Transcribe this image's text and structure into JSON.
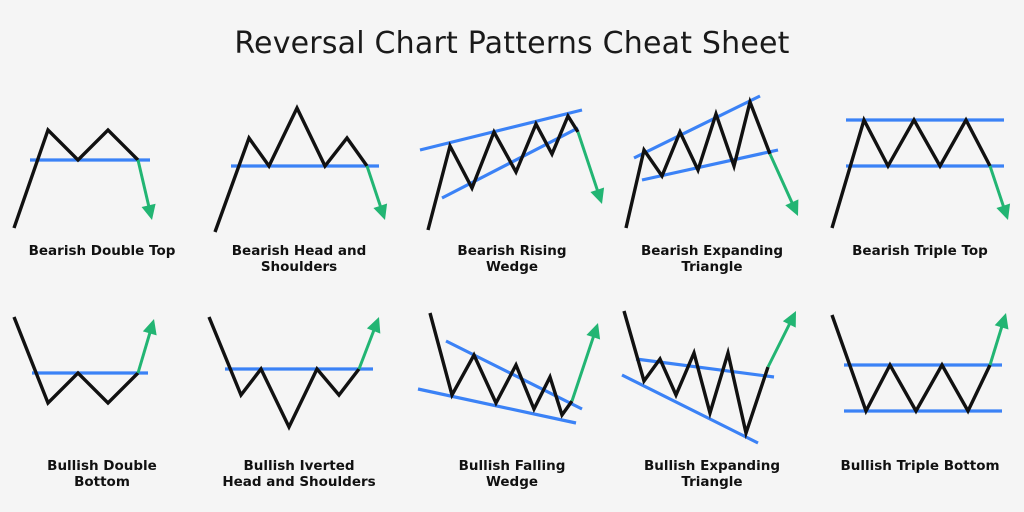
{
  "page": {
    "title": "Reversal Chart Patterns Cheat Sheet",
    "background_color": "#f5f5f5"
  },
  "colors": {
    "price_line": "#111111",
    "trend_line": "#3b82f6",
    "arrow": "#22b573",
    "label_text": "#111111",
    "title_text": "#1a1a1a"
  },
  "patterns": [
    {
      "id": "bearish-double-top",
      "label_lines": [
        "Bearish Double Top"
      ],
      "direction": "bearish",
      "row": 0,
      "col": 0
    },
    {
      "id": "bearish-head-and-shoulders",
      "label_lines": [
        "Bearish Head and Shoulders"
      ],
      "direction": "bearish",
      "row": 0,
      "col": 1
    },
    {
      "id": "bearish-rising-wedge",
      "label_lines": [
        "Bearish Rising",
        "Wedge"
      ],
      "direction": "bearish",
      "row": 0,
      "col": 2
    },
    {
      "id": "bearish-expanding-triangle",
      "label_lines": [
        "Bearish Expanding",
        "Triangle"
      ],
      "direction": "bearish",
      "row": 0,
      "col": 3
    },
    {
      "id": "bearish-triple-top",
      "label_lines": [
        "Bearish Triple Top"
      ],
      "direction": "bearish",
      "row": 0,
      "col": 4
    },
    {
      "id": "bullish-double-bottom",
      "label_lines": [
        "Bullish Double",
        "Bottom"
      ],
      "direction": "bullish",
      "row": 1,
      "col": 0
    },
    {
      "id": "bullish-inverted-head-and-shoulders",
      "label_lines": [
        "Bullish Iverted",
        "Head and Shoulders"
      ],
      "direction": "bullish",
      "row": 1,
      "col": 1
    },
    {
      "id": "bullish-falling-wedge",
      "label_lines": [
        "Bullish Falling",
        "Wedge"
      ],
      "direction": "bullish",
      "row": 1,
      "col": 2
    },
    {
      "id": "bullish-expanding-triangle",
      "label_lines": [
        "Bullish Expanding",
        "Triangle"
      ],
      "direction": "bullish",
      "row": 1,
      "col": 3
    },
    {
      "id": "bullish-triple-bottom",
      "label_lines": [
        "Bullish Triple Bottom"
      ],
      "direction": "bullish",
      "row": 1,
      "col": 4
    }
  ],
  "chart_data": {
    "type": "line",
    "title": "Reversal Chart Patterns Cheat Sheet",
    "xlabel": "",
    "ylabel": "",
    "grid": false,
    "legend": "none",
    "note": "Ten schematic price-action sketches. Coordinates are in each panel's local 204x150 space, x to the right, y downward.",
    "series": [
      {
        "name": "bearish-double-top",
        "price_path": [
          [
            14,
            140
          ],
          [
            48,
            42
          ],
          [
            78,
            72
          ],
          [
            108,
            42
          ],
          [
            138,
            72
          ]
        ],
        "trend_lines": [
          {
            "name": "neckline",
            "points": [
              [
                30,
                72
              ],
              [
                150,
                72
              ]
            ],
            "color": "#3b82f6"
          }
        ],
        "arrow": {
          "from": [
            138,
            72
          ],
          "to": [
            152,
            132
          ],
          "color": "#22b573",
          "direction": "down"
        }
      },
      {
        "name": "bearish-head-and-shoulders",
        "price_path": [
          [
            18,
            144
          ],
          [
            52,
            50
          ],
          [
            72,
            78
          ],
          [
            100,
            20
          ],
          [
            128,
            78
          ],
          [
            150,
            50
          ],
          [
            170,
            78
          ]
        ],
        "trend_lines": [
          {
            "name": "neckline",
            "points": [
              [
                34,
                78
              ],
              [
                182,
                78
              ]
            ],
            "color": "#3b82f6"
          }
        ],
        "arrow": {
          "from": [
            170,
            78
          ],
          "to": [
            188,
            132
          ],
          "color": "#22b573",
          "direction": "down"
        }
      },
      {
        "name": "bearish-rising-wedge",
        "price_path": [
          [
            18,
            142
          ],
          [
            40,
            58
          ],
          [
            62,
            100
          ],
          [
            84,
            44
          ],
          [
            106,
            84
          ],
          [
            126,
            36
          ],
          [
            142,
            66
          ],
          [
            158,
            28
          ],
          [
            168,
            44
          ]
        ],
        "trend_lines": [
          {
            "name": "upper-resistance",
            "points": [
              [
                10,
                62
              ],
              [
                172,
                22
              ]
            ],
            "color": "#3b82f6"
          },
          {
            "name": "lower-support",
            "points": [
              [
                32,
                110
              ],
              [
                168,
                40
              ]
            ],
            "color": "#3b82f6"
          }
        ],
        "arrow": {
          "from": [
            168,
            44
          ],
          "to": [
            192,
            116
          ],
          "color": "#22b573",
          "direction": "down"
        }
      },
      {
        "name": "bearish-expanding-triangle",
        "price_path": [
          [
            16,
            140
          ],
          [
            34,
            62
          ],
          [
            52,
            88
          ],
          [
            70,
            44
          ],
          [
            88,
            82
          ],
          [
            106,
            26
          ],
          [
            124,
            78
          ],
          [
            140,
            14
          ],
          [
            160,
            66
          ]
        ],
        "trend_lines": [
          {
            "name": "upper-resistance",
            "points": [
              [
                24,
                70
              ],
              [
                150,
                8
              ]
            ],
            "color": "#3b82f6"
          },
          {
            "name": "lower-support",
            "points": [
              [
                32,
                92
              ],
              [
                168,
                62
              ]
            ],
            "color": "#3b82f6"
          }
        ],
        "arrow": {
          "from": [
            160,
            66
          ],
          "to": [
            188,
            128
          ],
          "color": "#22b573",
          "direction": "down"
        }
      },
      {
        "name": "bearish-triple-top",
        "price_path": [
          [
            14,
            140
          ],
          [
            46,
            32
          ],
          [
            70,
            78
          ],
          [
            96,
            32
          ],
          [
            122,
            78
          ],
          [
            148,
            32
          ],
          [
            172,
            78
          ]
        ],
        "trend_lines": [
          {
            "name": "resistance",
            "points": [
              [
                28,
                32
              ],
              [
                186,
                32
              ]
            ],
            "color": "#3b82f6"
          },
          {
            "name": "support",
            "points": [
              [
                28,
                78
              ],
              [
                186,
                78
              ]
            ],
            "color": "#3b82f6"
          }
        ],
        "arrow": {
          "from": [
            172,
            78
          ],
          "to": [
            190,
            132
          ],
          "color": "#22b573",
          "direction": "down"
        }
      },
      {
        "name": "bullish-double-bottom",
        "price_path": [
          [
            14,
            14
          ],
          [
            48,
            100
          ],
          [
            78,
            70
          ],
          [
            108,
            100
          ],
          [
            138,
            70
          ]
        ],
        "trend_lines": [
          {
            "name": "neckline",
            "points": [
              [
                32,
                70
              ],
              [
                148,
                70
              ]
            ],
            "color": "#3b82f6"
          }
        ],
        "arrow": {
          "from": [
            138,
            70
          ],
          "to": [
            154,
            16
          ],
          "color": "#22b573",
          "direction": "up"
        }
      },
      {
        "name": "bullish-inverted-head-and-shoulders",
        "price_path": [
          [
            12,
            14
          ],
          [
            44,
            92
          ],
          [
            64,
            66
          ],
          [
            92,
            124
          ],
          [
            120,
            66
          ],
          [
            142,
            92
          ],
          [
            162,
            66
          ]
        ],
        "trend_lines": [
          {
            "name": "neckline",
            "points": [
              [
                28,
                66
              ],
              [
                176,
                66
              ]
            ],
            "color": "#3b82f6"
          }
        ],
        "arrow": {
          "from": [
            162,
            66
          ],
          "to": [
            182,
            14
          ],
          "color": "#22b573",
          "direction": "up"
        }
      },
      {
        "name": "bullish-falling-wedge",
        "price_path": [
          [
            20,
            10
          ],
          [
            42,
            92
          ],
          [
            64,
            52
          ],
          [
            86,
            100
          ],
          [
            106,
            62
          ],
          [
            124,
            106
          ],
          [
            140,
            74
          ],
          [
            152,
            112
          ],
          [
            162,
            98
          ]
        ],
        "trend_lines": [
          {
            "name": "upper-resistance",
            "points": [
              [
                36,
                38
              ],
              [
                172,
                106
              ]
            ],
            "color": "#3b82f6"
          },
          {
            "name": "lower-support",
            "points": [
              [
                8,
                86
              ],
              [
                166,
                120
              ]
            ],
            "color": "#3b82f6"
          }
        ],
        "arrow": {
          "from": [
            162,
            98
          ],
          "to": [
            188,
            20
          ],
          "color": "#22b573",
          "direction": "up"
        }
      },
      {
        "name": "bullish-expanding-triangle",
        "price_path": [
          [
            14,
            8
          ],
          [
            34,
            78
          ],
          [
            50,
            56
          ],
          [
            66,
            92
          ],
          [
            84,
            50
          ],
          [
            100,
            110
          ],
          [
            118,
            50
          ],
          [
            136,
            130
          ],
          [
            158,
            64
          ]
        ],
        "trend_lines": [
          {
            "name": "upper-resistance",
            "points": [
              [
                26,
                56
              ],
              [
                164,
                74
              ]
            ],
            "color": "#3b82f6"
          },
          {
            "name": "lower-support",
            "points": [
              [
                12,
                72
              ],
              [
                148,
                140
              ]
            ],
            "color": "#3b82f6"
          }
        ],
        "arrow": {
          "from": [
            158,
            64
          ],
          "to": [
            186,
            8
          ],
          "color": "#22b573",
          "direction": "up"
        }
      },
      {
        "name": "bullish-triple-bottom",
        "price_path": [
          [
            14,
            12
          ],
          [
            48,
            108
          ],
          [
            72,
            62
          ],
          [
            98,
            108
          ],
          [
            124,
            62
          ],
          [
            150,
            108
          ],
          [
            172,
            62
          ]
        ],
        "trend_lines": [
          {
            "name": "resistance",
            "points": [
              [
                26,
                62
              ],
              [
                184,
                62
              ]
            ],
            "color": "#3b82f6"
          },
          {
            "name": "support",
            "points": [
              [
                26,
                108
              ],
              [
                184,
                108
              ]
            ],
            "color": "#3b82f6"
          }
        ],
        "arrow": {
          "from": [
            172,
            62
          ],
          "to": [
            188,
            10
          ],
          "color": "#22b573",
          "direction": "up"
        }
      }
    ]
  }
}
